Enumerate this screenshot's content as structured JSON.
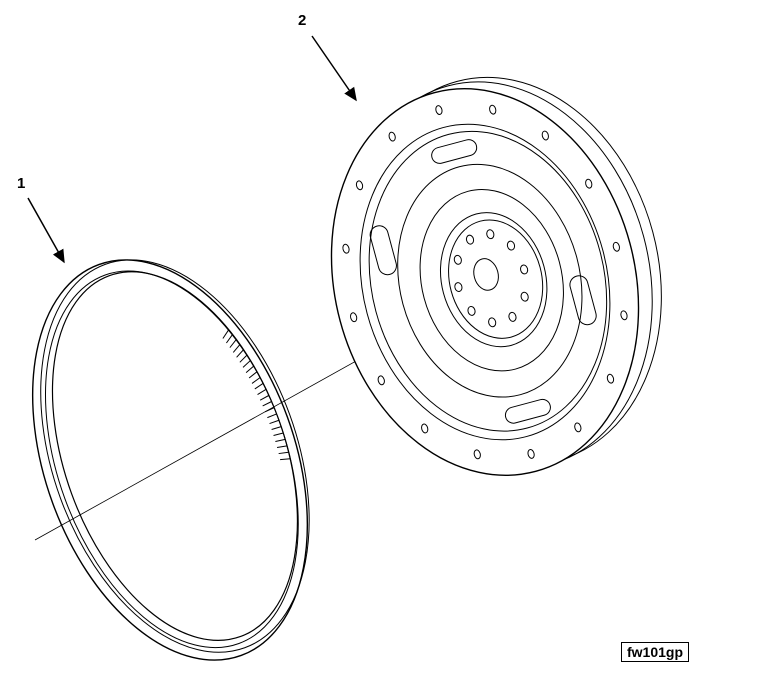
{
  "callouts": [
    {
      "number": "1",
      "part": "ring-gear"
    },
    {
      "number": "2",
      "part": "flywheel"
    }
  ],
  "figure_id": "fw101gp"
}
